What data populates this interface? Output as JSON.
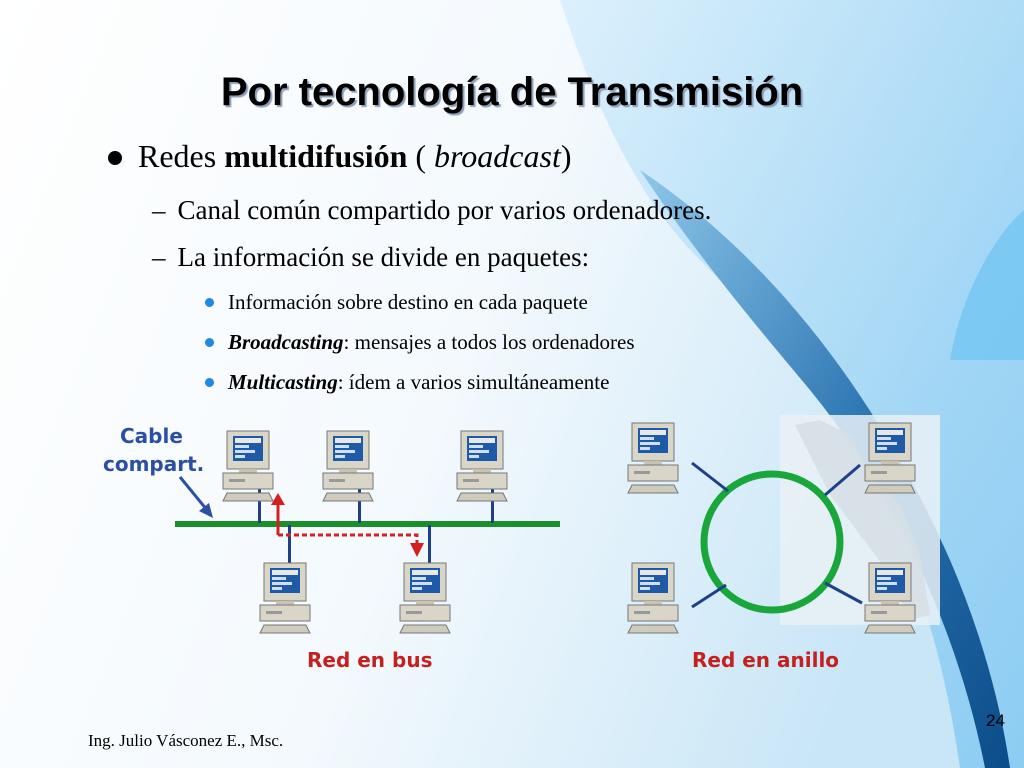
{
  "slide": {
    "title": "Por tecnología de Transmisión",
    "bullet1": {
      "text": "Redes ",
      "bold": "multidifusión",
      "paren_open": " ( ",
      "italic": "broadcast",
      "paren_close": ")"
    },
    "sub1": "Canal común compartido por varios ordenadores.",
    "sub2": "La información se divide en paquetes:",
    "sub2_items": [
      {
        "bold_italic": "",
        "text": "Información sobre destino en cada paquete"
      },
      {
        "bold_italic": "Broadcasting",
        "text": ": mensajes a todos los ordenadores"
      },
      {
        "bold_italic": "Multicasting",
        "text": ": ídem a varios simultáneamente"
      }
    ],
    "dash": "–",
    "footer": "Ing. Julio Vásconez E., Msc.",
    "page_number": "24"
  },
  "diagram": {
    "cable_label_line1": "Cable",
    "cable_label_line2": "compart.",
    "bus_label": "Red en bus",
    "ring_label": "Red en anillo"
  },
  "colors": {
    "accent_blue": "#1e88e5",
    "bus_green": "#1a8f2a",
    "ring_green": "#19a63a",
    "label_red": "#c42020",
    "cable_label_blue": "#2b4fa3",
    "link_blue": "#1f3f8a"
  }
}
